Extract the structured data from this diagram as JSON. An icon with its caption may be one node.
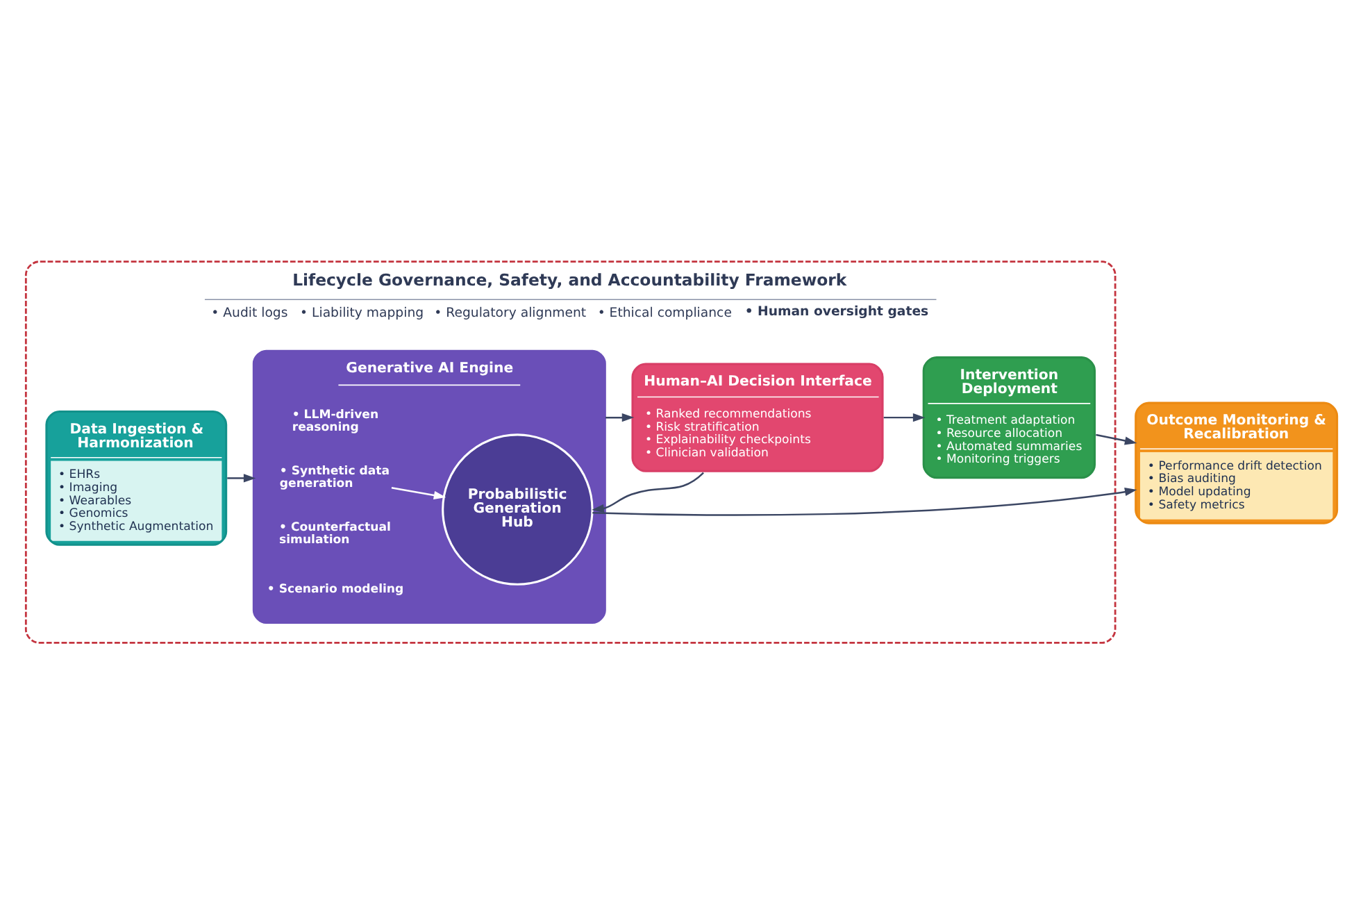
{
  "diagram": {
    "nodes": [
      {
        "text": [
          "Lifecycle Governance, Safety, and Accountability Framework",
          "• Audit logs",
          "• Liability mapping",
          "• Regulatory alignment",
          "• Ethical compliance",
          "• Human oversight gates"
        ]
      },
      {
        "text": [
          "Data Ingestion & Harmonization",
          "• EHRs",
          "• Imaging",
          "• Wearables",
          "• Genomics",
          "• Synthetic Augmentation"
        ],
        "in": 0
      },
      {
        "text": [
          "Generative AI Engine"
        ],
        "in": 0
      },
      {
        "text": [
          "• LLM-driven reasoning"
        ],
        "in": 2
      },
      {
        "text": [
          "• Synthetic data generation"
        ],
        "in": 2
      },
      {
        "text": [
          "• Counterfactual simulation"
        ],
        "in": 2
      },
      {
        "text": [
          "• Scenario modeling"
        ],
        "in": 2
      },
      {
        "text": [
          "Probabilistic Generation Hub"
        ],
        "in": 2
      },
      {
        "text": [
          "Human–AI Decision Interface",
          "• Ranked recommendations",
          "• Risk stratification",
          "• Explainability checkpoints",
          "• Clinician validation"
        ],
        "in": 0
      },
      {
        "text": [
          "Intervention Deployment",
          "• Treatment adaptation",
          "• Resource allocation",
          "• Automated summaries",
          "• Monitoring triggers"
        ],
        "in": 0
      },
      {
        "text": [
          "Outcome Monitoring & Recalibration",
          "• Performance drift detection",
          "• Bias auditing",
          "• Model updating",
          "• Safety metrics"
        ]
      }
    ],
    "edges": [
      {
        "from": 1,
        "to": 2,
        "arrow": "to"
      },
      {
        "from": 4,
        "to": 7,
        "arrow": "to",
        "color": "#ffffff"
      },
      {
        "from": 2,
        "to": 8,
        "arrow": "to"
      },
      {
        "from": 8,
        "to": 7,
        "arrow": "to"
      },
      {
        "from": 8,
        "to": 9,
        "arrow": "to"
      },
      {
        "from": 7,
        "to": 10,
        "arrow": "to"
      },
      {
        "from": 9,
        "to": 10,
        "arrow": "to"
      }
    ]
  }
}
